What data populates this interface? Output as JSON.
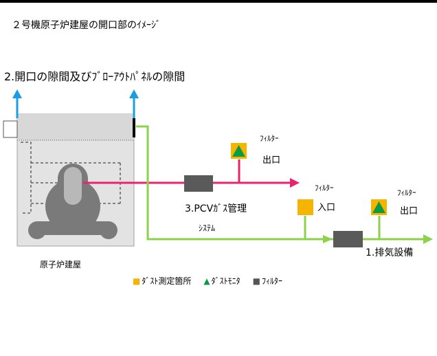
{
  "title": "２号機原子炉建屋の開口部のｲﾒｰｼﾞ",
  "opening_label": "2.開口の隙間及びﾌﾞﾛｰｱｳﾄﾊﾟﾈﾙの隙間",
  "building_label": "原子炉建屋",
  "pcv_system": {
    "label": "3.PCVｶﾞｽ管理",
    "sub": "ｼｽﾃﾑ"
  },
  "pcv_filter_outlet": {
    "filter_label": "ﾌｨﾙﾀｰ",
    "position_label": "出口"
  },
  "exhaust_filter_inlet": {
    "filter_label": "ﾌｨﾙﾀｰ",
    "position_label": "入口"
  },
  "exhaust_filter_outlet": {
    "filter_label": "ﾌｨﾙﾀｰ",
    "position_label": "出口"
  },
  "exhaust_label": "1.排気設備",
  "legend": {
    "dust_point": "ﾀﾞｽﾄ測定箇所",
    "dust_monitor": "ﾀﾞｽﾄﾓﾆﾀ",
    "filter": "ﾌｨﾙﾀｰ"
  },
  "colors": {
    "arrow_blue": "#1a9ee2",
    "pcv_pink": "#e8236f",
    "exhaust_green": "#8cd24a",
    "dust_yellow": "#f5b400",
    "monitor_green": "#0c9a44",
    "filter_gray": "#5a5a5a",
    "building_fill": "#e3e3e3",
    "reactor_gray": "#7a7a7a"
  }
}
